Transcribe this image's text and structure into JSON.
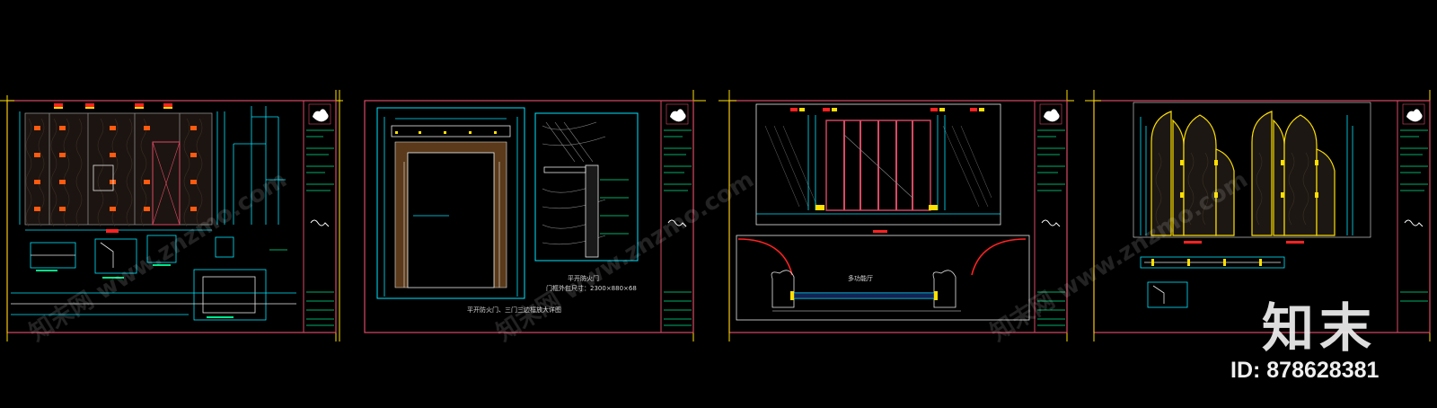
{
  "colors": {
    "background": "#000000",
    "frame": "#d84a64",
    "cyan": "#00e5ff",
    "green": "#00e88a",
    "red": "#ff2222",
    "yellow": "#ffe000",
    "white": "#e8e8e8",
    "grey": "#8a8a8a",
    "orange": "#ff5a10"
  },
  "icons": {
    "logo": "cloud-seal-icon",
    "signature": "squiggle-signature-icon"
  },
  "labels": {
    "sheet2_caption": "平开防火门、三门三边框放大详图",
    "sheet2_note_title": "平开防火门",
    "sheet2_note_detail": "门框外包尺寸：2300×880×68",
    "sheet3_room": "多功能厅"
  },
  "watermark": {
    "brand": "知末",
    "id_text": "ID: 878628381"
  }
}
